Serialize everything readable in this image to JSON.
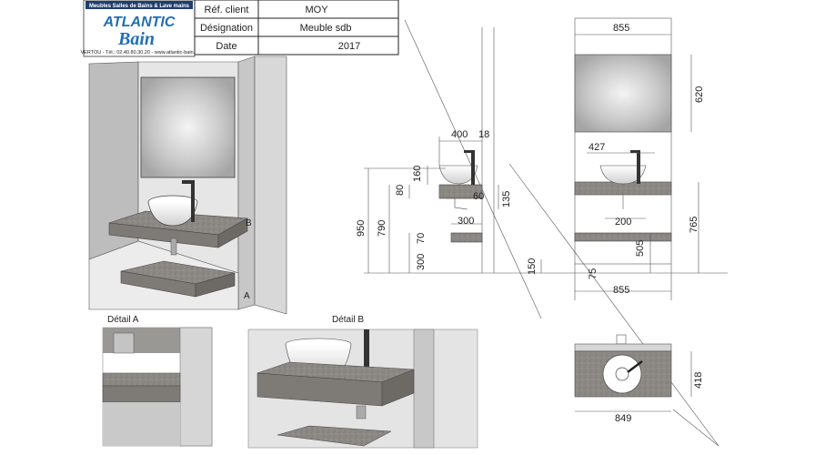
{
  "logo": {
    "tagline": "Meubles Salles de Bains & Lave mains",
    "brand_top": "ATLANTIC",
    "brand_bottom": "Bain",
    "footer": "VERTOU - Tél.: 02.40.80.30.20 - www.atlantic-bain.fr"
  },
  "title_block": {
    "rows": [
      {
        "label": "Réf. client",
        "value": "MOY"
      },
      {
        "label": "Désignation",
        "value": "Meuble sdb"
      },
      {
        "label": "Date",
        "value": "2017"
      }
    ]
  },
  "views": {
    "detail_a": "Détail A",
    "detail_b": "Détail B",
    "marker_a": "A",
    "marker_b": "B"
  },
  "dimensions": {
    "side": {
      "d400": "400",
      "d18": "18",
      "d160": "160",
      "d80": "80",
      "d60": "60",
      "d135": "135",
      "d300_depth": "300",
      "d950": "950",
      "d790": "790",
      "d70": "70",
      "d300_height": "300",
      "d150": "150",
      "d75": "75"
    },
    "front": {
      "d855_top": "855",
      "d620": "620",
      "d427": "427",
      "d200": "200",
      "d765": "765",
      "d505": "505",
      "d855_bottom": "855"
    },
    "plan": {
      "d418": "418",
      "d849": "849"
    }
  },
  "colors": {
    "stone": "#8c8984",
    "stone_dark": "#6d6a66",
    "wall": "#d4d4d4",
    "wall_dark": "#bdbdbd",
    "brand_blue": "#1f6fb8"
  }
}
